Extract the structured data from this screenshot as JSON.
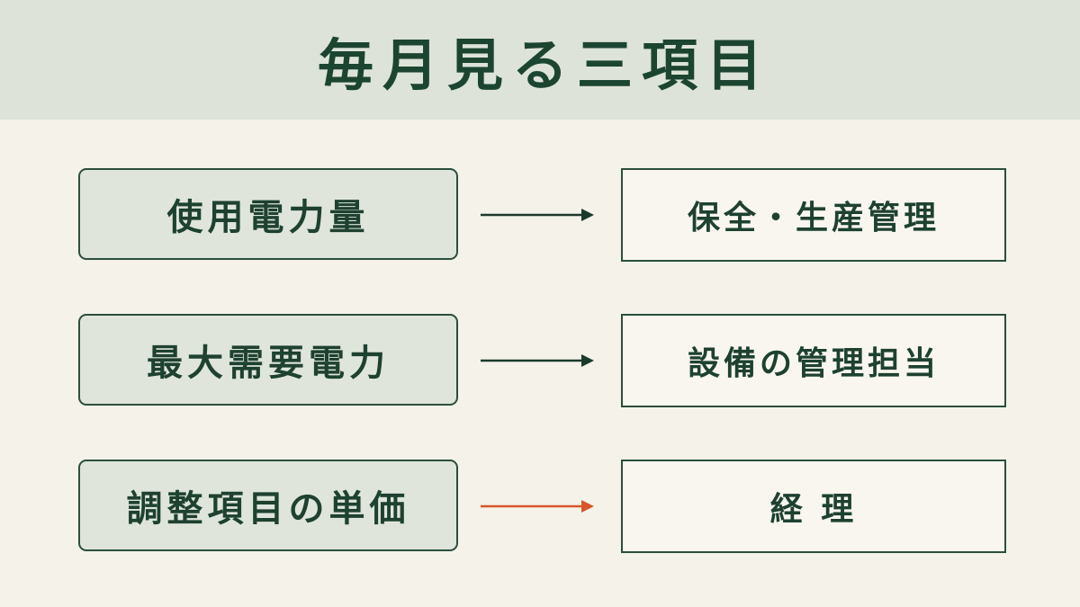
{
  "title": "毎月見る三項目",
  "rows": [
    {
      "item": "使用電力量",
      "target": "保全・生産管理",
      "arrow_color": "#1a3a2c"
    },
    {
      "item": "最大需要電力",
      "target": "設備の管理担当",
      "arrow_color": "#1a3a2c"
    },
    {
      "item": "調整項目の単価",
      "target": "経 理",
      "arrow_color": "#d8562a"
    }
  ]
}
